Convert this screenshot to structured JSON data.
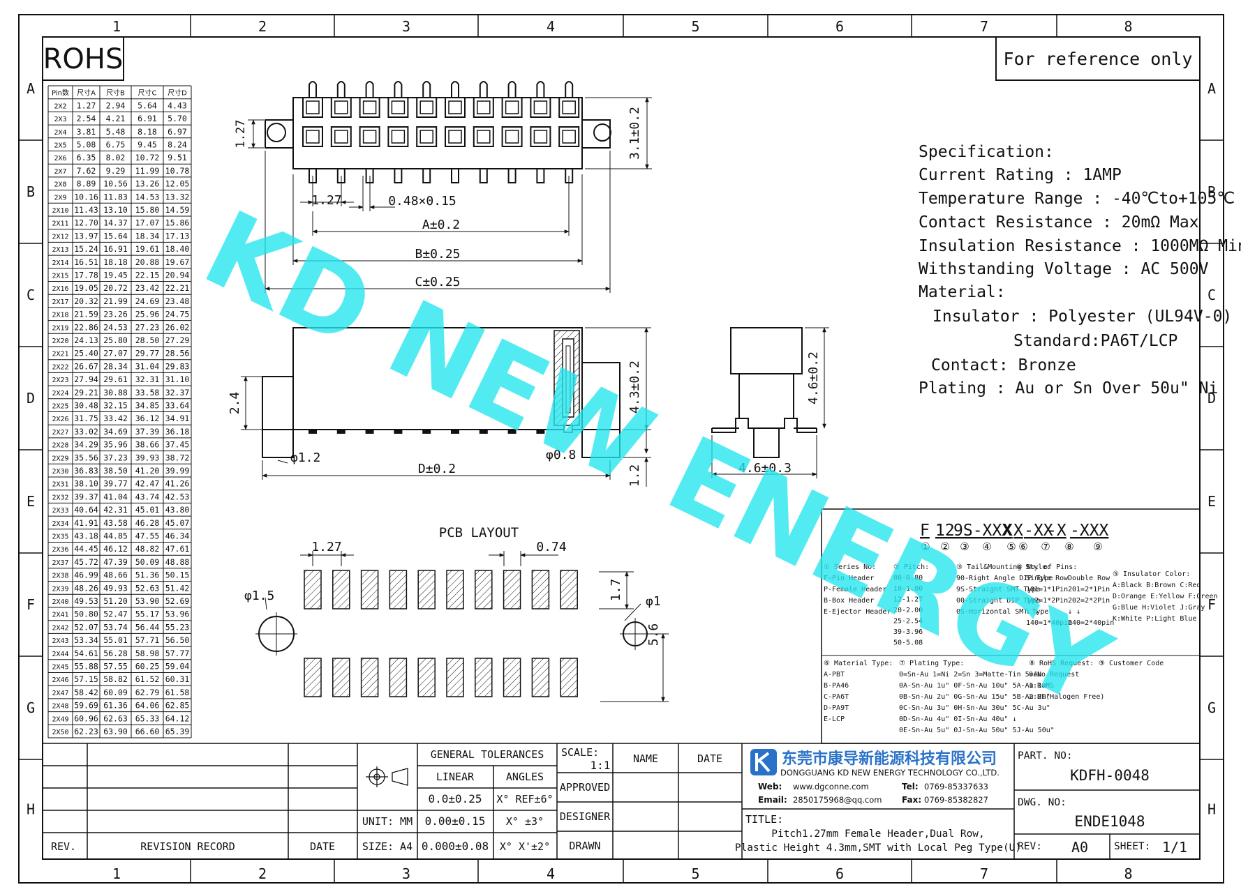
{
  "frame": {
    "cols": [
      "1",
      "2",
      "3",
      "4",
      "5",
      "6",
      "7",
      "8"
    ],
    "rows": [
      "A",
      "B",
      "C",
      "D",
      "E",
      "F",
      "G",
      "H"
    ]
  },
  "rohs": "ROHS",
  "ref_note": "For reference only",
  "watermark": "KD NEW ENERGY",
  "dim_table": {
    "headers": [
      "Pin数",
      "尺寸A",
      "尺寸B",
      "尺寸C",
      "尺寸D"
    ],
    "rows": [
      [
        "2X2",
        "1.27",
        "2.94",
        "5.64",
        "4.43"
      ],
      [
        "2X3",
        "2.54",
        "4.21",
        "6.91",
        "5.70"
      ],
      [
        "2X4",
        "3.81",
        "5.48",
        "8.18",
        "6.97"
      ],
      [
        "2X5",
        "5.08",
        "6.75",
        "9.45",
        "8.24"
      ],
      [
        "2X6",
        "6.35",
        "8.02",
        "10.72",
        "9.51"
      ],
      [
        "2X7",
        "7.62",
        "9.29",
        "11.99",
        "10.78"
      ],
      [
        "2X8",
        "8.89",
        "10.56",
        "13.26",
        "12.05"
      ],
      [
        "2X9",
        "10.16",
        "11.83",
        "14.53",
        "13.32"
      ],
      [
        "2X10",
        "11.43",
        "13.10",
        "15.80",
        "14.59"
      ],
      [
        "2X11",
        "12.70",
        "14.37",
        "17.07",
        "15.86"
      ],
      [
        "2X12",
        "13.97",
        "15.64",
        "18.34",
        "17.13"
      ],
      [
        "2X13",
        "15.24",
        "16.91",
        "19.61",
        "18.40"
      ],
      [
        "2X14",
        "16.51",
        "18.18",
        "20.88",
        "19.67"
      ],
      [
        "2X15",
        "17.78",
        "19.45",
        "22.15",
        "20.94"
      ],
      [
        "2X16",
        "19.05",
        "20.72",
        "23.42",
        "22.21"
      ],
      [
        "2X17",
        "20.32",
        "21.99",
        "24.69",
        "23.48"
      ],
      [
        "2X18",
        "21.59",
        "23.26",
        "25.96",
        "24.75"
      ],
      [
        "2X19",
        "22.86",
        "24.53",
        "27.23",
        "26.02"
      ],
      [
        "2X20",
        "24.13",
        "25.80",
        "28.50",
        "27.29"
      ],
      [
        "2X21",
        "25.40",
        "27.07",
        "29.77",
        "28.56"
      ],
      [
        "2X22",
        "26.67",
        "28.34",
        "31.04",
        "29.83"
      ],
      [
        "2X23",
        "27.94",
        "29.61",
        "32.31",
        "31.10"
      ],
      [
        "2X24",
        "29.21",
        "30.88",
        "33.58",
        "32.37"
      ],
      [
        "2X25",
        "30.48",
        "32.15",
        "34.85",
        "33.64"
      ],
      [
        "2X26",
        "31.75",
        "33.42",
        "36.12",
        "34.91"
      ],
      [
        "2X27",
        "33.02",
        "34.69",
        "37.39",
        "36.18"
      ],
      [
        "2X28",
        "34.29",
        "35.96",
        "38.66",
        "37.45"
      ],
      [
        "2X29",
        "35.56",
        "37.23",
        "39.93",
        "38.72"
      ],
      [
        "2X30",
        "36.83",
        "38.50",
        "41.20",
        "39.99"
      ],
      [
        "2X31",
        "38.10",
        "39.77",
        "42.47",
        "41.26"
      ],
      [
        "2X32",
        "39.37",
        "41.04",
        "43.74",
        "42.53"
      ],
      [
        "2X33",
        "40.64",
        "42.31",
        "45.01",
        "43.80"
      ],
      [
        "2X34",
        "41.91",
        "43.58",
        "46.28",
        "45.07"
      ],
      [
        "2X35",
        "43.18",
        "44.85",
        "47.55",
        "46.34"
      ],
      [
        "2X36",
        "44.45",
        "46.12",
        "48.82",
        "47.61"
      ],
      [
        "2X37",
        "45.72",
        "47.39",
        "50.09",
        "48.88"
      ],
      [
        "2X38",
        "46.99",
        "48.66",
        "51.36",
        "50.15"
      ],
      [
        "2X39",
        "48.26",
        "49.93",
        "52.63",
        "51.42"
      ],
      [
        "2X40",
        "49.53",
        "51.20",
        "53.90",
        "52.69"
      ],
      [
        "2X41",
        "50.80",
        "52.47",
        "55.17",
        "53.96"
      ],
      [
        "2X42",
        "52.07",
        "53.74",
        "56.44",
        "55.23"
      ],
      [
        "2X43",
        "53.34",
        "55.01",
        "57.71",
        "56.50"
      ],
      [
        "2X44",
        "54.61",
        "56.28",
        "58.98",
        "57.77"
      ],
      [
        "2X45",
        "55.88",
        "57.55",
        "60.25",
        "59.04"
      ],
      [
        "2X46",
        "57.15",
        "58.82",
        "61.52",
        "60.31"
      ],
      [
        "2X47",
        "58.42",
        "60.09",
        "62.79",
        "61.58"
      ],
      [
        "2X48",
        "59.69",
        "61.36",
        "64.06",
        "62.85"
      ],
      [
        "2X49",
        "60.96",
        "62.63",
        "65.33",
        "64.12"
      ],
      [
        "2X50",
        "62.23",
        "63.90",
        "66.60",
        "65.39"
      ]
    ]
  },
  "dims": {
    "top_h": "1.27",
    "top_pitch": "1.27",
    "pin_w": "0.48×0.15",
    "a": "A±0.2",
    "b": "B±0.25",
    "c": "C±0.25",
    "height_total": "3.1±0.2",
    "side_24": "2.4",
    "side_43": "4.3±0.2",
    "hole_12": "φ1.2",
    "hole_08": "φ0.8",
    "d": "D±0.2",
    "lead_12": "1.2",
    "end_46h": "4.6±0.2",
    "end_46w": "4.6±0.3"
  },
  "pcb": {
    "title": "PCB LAYOUT",
    "pitch": "1.27",
    "pad_w": "0.74",
    "hole_big": "φ1.5",
    "hole_small": "φ1",
    "pad_h": "1.7",
    "row_gap": "5.6"
  },
  "spec": [
    "Specification:",
    "Current Rating : 1AMP",
    "Temperature Range : -40℃to+105℃",
    "Contact Resistance : 20mΩ Max",
    "Insulation Resistance : 1000MΩ Min",
    "Withstanding Voltage : AC 500V",
    "Material:",
    "Insulator : Polyester (UL94V-0)",
    "Standard:PA6T/LCP",
    "Contact: Bronze",
    "Plating : Au or Sn Over 50u\" Ni"
  ],
  "part_code": {
    "segments": [
      "F",
      "12",
      "9S-XXX",
      "X",
      "X",
      "-XX",
      "-X",
      "-XXX"
    ],
    "markers": [
      "①",
      "②",
      "③",
      "④",
      "⑤",
      "⑥",
      "⑦",
      "⑧",
      "⑨"
    ]
  },
  "legend1": {
    "series": [
      "① Series No:",
      "F-Pin Header",
      "P-Female Header",
      "B-Box Header",
      "E-Ejector Header"
    ],
    "pitch": [
      "② Pitch:",
      "08-0.80",
      "10-1.00",
      "12-1.27",
      "20-2.00",
      "25-2.54",
      "39-3.96",
      "50-5.08"
    ],
    "tail": [
      "③ Tail&Mounting Style:",
      "90-Right Angle DIP Type",
      "9S-Straight SMT Type",
      "00-Straight DIP Type",
      "0S-Horizontal SMT Type"
    ],
    "pins_title": "④ No. of Pins:",
    "pins_single": [
      "Single Row",
      "101=1*1Pin",
      "102=1*2Pin",
      "↓   ↓",
      "140=1*40pin"
    ],
    "pins_double": [
      "Double Row",
      "201=2*1Pin",
      "202=2*2Pin",
      "↓   ↓",
      "240=2*40pin"
    ],
    "insul": [
      "⑤ Insulator Color:",
      "A:Black  B:Brown  C:Red",
      "D:Orange E:Yellow F:Green",
      "G:Blue   H:Violet J:Gray",
      "K:White  P:Light Blue"
    ]
  },
  "legend2": {
    "material": [
      "⑥ Material Type:",
      "A-PBT",
      "B-PA46",
      "C-PA6T",
      "D-PA9T",
      "E-LCP"
    ],
    "plating": [
      "⑦ Plating Type:",
      "0=Sn-Au 1=Ni 2=Sn 3=Matte-Tin 5=Au",
      "0A-Sn-Au 1u\"  0F-Sn-Au 10u\"  5A-Au 1u\"",
      "0B-Sn-Au 2u\"  0G-Sn-Au 15u\"  5B-Au 2u\"",
      "0C-Sn-Au 3u\"  0H-Sn-Au 30u\"  5C-Au 3u\"",
      "0D-Sn-Au 4u\"  0I-Sn-Au 40u\"     ↓",
      "0E-Sn-Au 5u\"  0J-Sn-Au 50u\"  5J-Au 50u\""
    ],
    "rohs": [
      "⑧ RoHS Request:",
      "0:No Request",
      "1:RoHS",
      "2:HF(Halogen Free)"
    ],
    "customer": [
      "⑨ Customer Code"
    ]
  },
  "title_block": {
    "rev": "REV.",
    "revision_record": "REVISION RECORD",
    "date": "DATE",
    "gen_tol": "GENERAL TOLERANCES",
    "linear": "LINEAR",
    "angles": "ANGLES",
    "tol_rows": [
      [
        "0.0±0.25",
        "X° REF±6°"
      ],
      [
        "0.00±0.15",
        "X° ±3°"
      ],
      [
        "0.000±0.08",
        "X° X'±2°"
      ]
    ],
    "unit": "UNIT: MM",
    "size": "SIZE: A4",
    "scale_label": "SCALE:",
    "scale": "1:1",
    "name": "NAME",
    "date2": "DATE",
    "approved": "APPROVED",
    "designer": "DESIGNER",
    "drawn": "DRAWN",
    "company_cn": "东莞市康导新能源科技有限公司",
    "company_en": "DONGGUANG KD NEW ENERGY TECHNOLOGY CO.,LTD.",
    "web_label": "Web:",
    "web": "www.dgconne.com",
    "tel_label": "Tel:",
    "tel": "0769-85337633",
    "email_label": "Email:",
    "email": "2850175968@qq.com",
    "fax_label": "Fax:",
    "fax": "0769-85382827",
    "title_label": "TITLE:",
    "title_line1": "Pitch1.27mm Female Header,Dual Row,",
    "title_line2": "Plastic Height 4.3mm,SMT with Local Peg Type(U)",
    "part_no_label": "PART. NO:",
    "part_no": "KDFH-0048",
    "dwg_no_label": "DWG. NO:",
    "dwg_no": "ENDE1048",
    "rev_label": "REV:",
    "rev_value": "A0",
    "sheet_label": "SHEET:",
    "sheet": "1/1"
  },
  "colors": {
    "watermark": "#22e6ee",
    "logo": "#2a72c8",
    "line": "#111111"
  }
}
